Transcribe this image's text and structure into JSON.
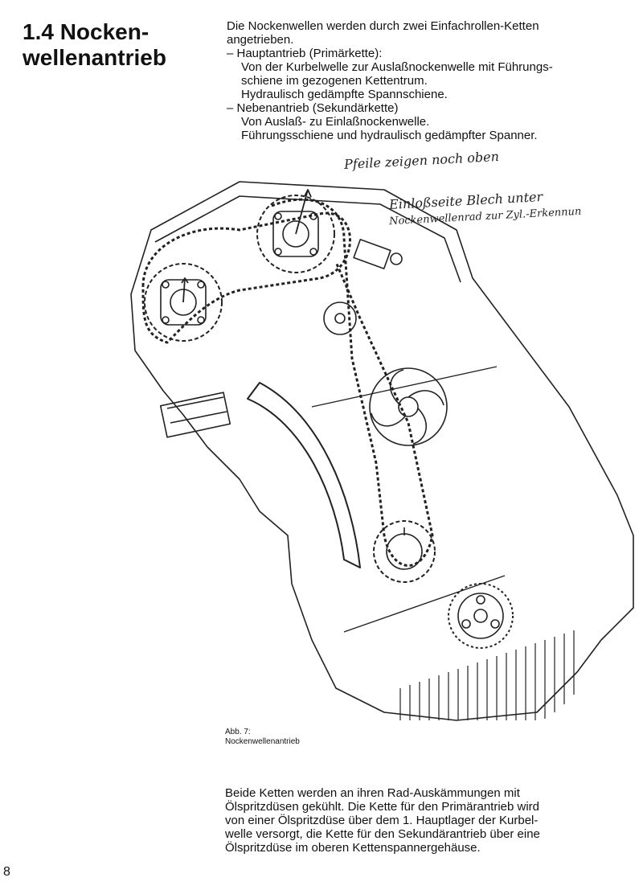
{
  "section": {
    "heading_line1": "1.4 Nocken-",
    "heading_line2": "wellenantrieb"
  },
  "intro": {
    "lines": [
      "Die Nockenwellen werden durch zwei Einfachrollen-Ketten",
      "angetrieben.",
      "– Hauptantrieb (Primärkette):",
      "Von der Kurbelwelle zur Auslaßnockenwelle mit Führungs-",
      "schiene im gezogenen Kettentrum.",
      "Hydraulisch gedämpfte Spannschiene.",
      "– Nebenantrieb (Sekundärkette)",
      "Von Auslaß- zu Einlaßnockenwelle.",
      "Führungsschiene und hydraulisch gedämpfter Spanner."
    ]
  },
  "handwritten": {
    "arrows_note": "Pfeile zeigen noch oben",
    "inlet_note_line1": "Einloßseite Blech unter",
    "inlet_note_line2": "Nockenwellenrad zur Zyl.-Erkennun"
  },
  "figure": {
    "caption_line1": "Abb. 7:",
    "caption_line2": "Nockenwellenantrieb"
  },
  "body": {
    "lines": [
      "Beide Ketten werden an ihren Rad-Auskämmungen mit",
      "Ölspritzdüsen gekühlt. Die Kette für den Primärantrieb wird",
      "von einer Ölspritzdüse über dem 1. Hauptlager der Kurbel-",
      "welle versorgt, die Kette für den Sekundärantrieb über eine",
      "Ölspritzdüse im oberen Kettenspannergehäuse."
    ]
  },
  "page": {
    "number": "8"
  }
}
